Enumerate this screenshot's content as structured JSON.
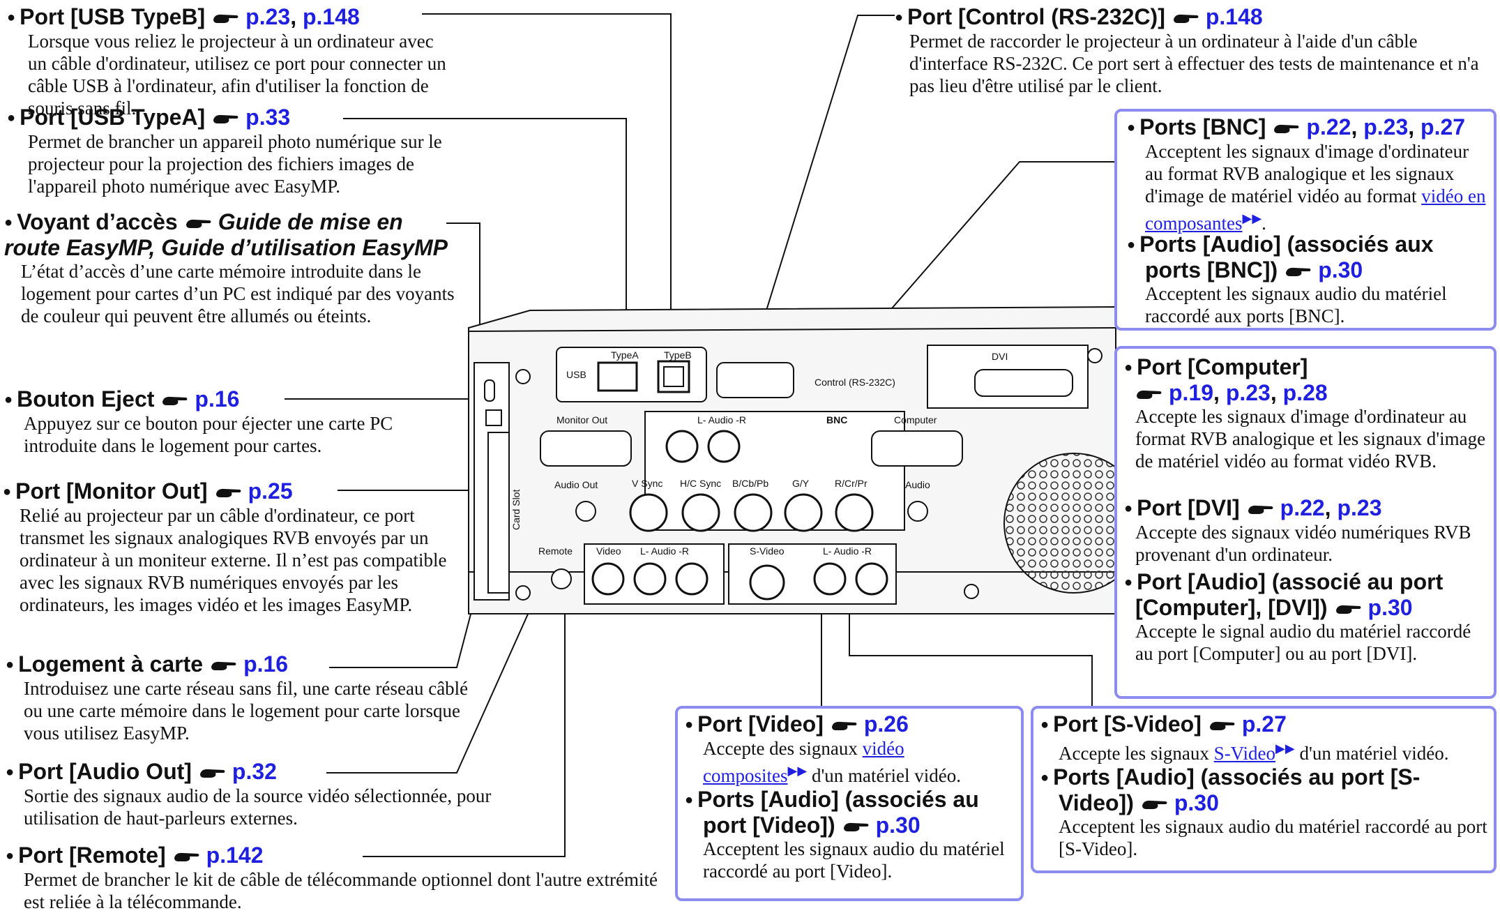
{
  "left": {
    "usb_b": {
      "title": "Port [USB TypeB]",
      "refs": [
        "p.23",
        "p.148"
      ],
      "text": "Lorsque vous reliez le projecteur à un ordinateur avec un câble d'ordinateur, utilisez ce port pour connecter un câble USB à l'ordinateur, afin d'utiliser la fonction de souris sans fil."
    },
    "usb_a": {
      "title": "Port [USB TypeA]",
      "refs": [
        "p.33"
      ],
      "text": "Permet de brancher un appareil photo numérique sur le projecteur pour la projection des fichiers images de l'appareil photo numérique avec EasyMP."
    },
    "access": {
      "title": "Voyant d’accès",
      "ref_italic": "Guide de mise en route EasyMP, Guide d’utilisation EasyMP",
      "text": "L’état d’accès d’une carte mémoire introduite dans le logement pour cartes d’un PC est indiqué par des voyants de couleur qui peuvent être allumés ou éteints."
    },
    "eject": {
      "title": "Bouton Eject",
      "refs": [
        "p.16"
      ],
      "text": "Appuyez sur ce bouton pour éjecter une carte PC introduite dans le logement pour cartes."
    },
    "monitor_out": {
      "title": "Port [Monitor Out]",
      "refs": [
        "p.25"
      ],
      "text": "Relié au projecteur par un câble d'ordinateur, ce port transmet les signaux analogiques RVB envoyés par un ordinateur à un moniteur externe. Il n’est pas compatible avec les signaux RVB numériques envoyés par les ordinateurs, les images vidéo et les images EasyMP."
    },
    "card_slot": {
      "title": "Logement à carte",
      "refs": [
        "p.16"
      ],
      "text": "Introduisez une carte réseau sans fil, une carte réseau câblé ou une carte mémoire dans le logement pour carte lorsque vous utilisez EasyMP."
    },
    "audio_out": {
      "title": "Port [Audio Out]",
      "refs": [
        "p.32"
      ],
      "text": "Sortie des signaux audio de la source vidéo sélectionnée, pour utilisation de haut-parleurs externes."
    },
    "remote": {
      "title": "Port [Remote]",
      "refs": [
        "p.142"
      ],
      "text": "Permet de brancher le kit de câble de télécommande optionnel dont l'autre extrémité est reliée à la télécommande."
    }
  },
  "control": {
    "title": "Port [Control (RS-232C)]",
    "refs": [
      "p.148"
    ],
    "text": "Permet de raccorder le projecteur à un ordinateur à l'aide d'un câble d'interface RS-232C. Ce port sert à effectuer des tests de maintenance et n'a pas lieu d'être utilisé par le client."
  },
  "bnc_box": {
    "bnc": {
      "title": "Ports [BNC]",
      "refs": [
        "p.22",
        "p.23",
        "p.27"
      ],
      "text_before": "Acceptent les signaux d'image d'ordinateur au format RVB analogique et les signaux d'image de matériel vidéo au format ",
      "link": "vidéo en composantes",
      "text_after": "."
    },
    "audio": {
      "title_l1": "Ports [Audio] (associés aux",
      "title_l2": "ports [BNC])",
      "refs": [
        "p.30"
      ],
      "text": "Acceptent les signaux audio du matériel raccordé aux ports [BNC]."
    }
  },
  "computer_box": {
    "computer": {
      "title": "Port [Computer]",
      "refs": [
        "p.19",
        "p.23",
        "p.28"
      ],
      "text": "Accepte les signaux d'image d'ordinateur au format RVB analogique et les signaux d'image de matériel vidéo au format vidéo RVB."
    },
    "dvi": {
      "title": "Port [DVI]",
      "refs": [
        "p.22",
        "p.23"
      ],
      "text": "Accepte des signaux vidéo numériques RVB provenant d'un ordinateur."
    },
    "audio": {
      "title_l1": "Port [Audio] (associé au port",
      "title_l2": "[Computer], [DVI])",
      "refs": [
        "p.30"
      ],
      "text": "Accepte le signal audio du matériel raccordé au port [Computer] ou au port [DVI]."
    }
  },
  "video_box": {
    "video": {
      "title": "Port [Video]",
      "refs": [
        "p.26"
      ],
      "text_before": "Accepte des signaux ",
      "link": "vidéo composites",
      "text_after": " d'un matériel vidéo."
    },
    "audio": {
      "title_l1": "Ports [Audio] (associés au",
      "title_l2": "port [Video])",
      "refs": [
        "p.30"
      ],
      "text": "Acceptent les signaux audio du matériel raccordé au port [Video]."
    }
  },
  "svideo_box": {
    "svideo": {
      "title": "Port [S-Video]",
      "refs": [
        "p.27"
      ],
      "text_before": "Accepte les signaux ",
      "link": "S-Video",
      "text_after": " d'un matériel vidéo."
    },
    "audio": {
      "title_l1": "Ports [Audio] (associés au port [S-",
      "title_l2": "Video])",
      "refs": [
        "p.30"
      ],
      "text": "Acceptent les signaux audio du matériel raccordé au port [S-Video]."
    }
  },
  "panel": {
    "usb": "USB",
    "typea": "TypeA",
    "typeb": "TypeB",
    "control": "Control (RS-232C)",
    "dvi": "DVI",
    "monitor_out": "Monitor Out",
    "l_audio_r": "L- Audio -R",
    "bnc": "BNC",
    "computer": "Computer",
    "audio_out": "Audio Out",
    "vsync": "V Sync",
    "hsync": "H/C Sync",
    "bcb": "B/Cb/Pb",
    "gy": "G/Y",
    "rcr": "R/Cr/Pr",
    "audio": "Audio",
    "remote": "Remote",
    "video": "Video",
    "svideo": "S-Video",
    "card_slot": "Card Slot"
  },
  "colors": {
    "ref": "#1f1fe0",
    "box_border": "#8c8cf0"
  }
}
